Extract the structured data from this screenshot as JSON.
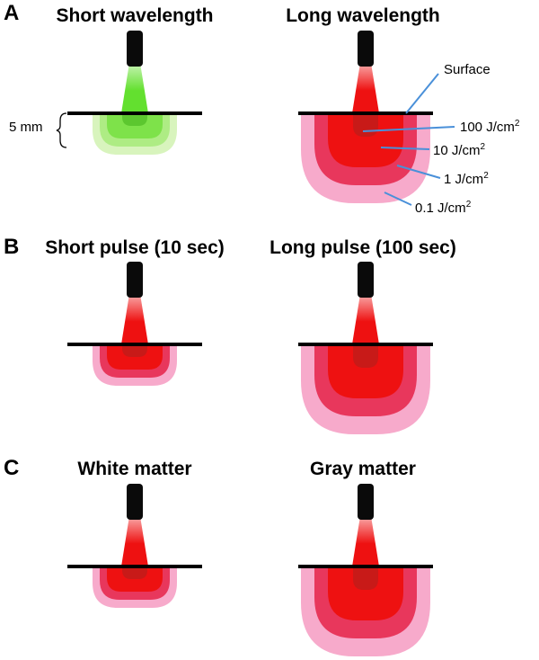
{
  "panels": [
    {
      "letter": "A",
      "diagrams": [
        {
          "title": "Short wavelength",
          "beam_color": "green",
          "size": "small"
        },
        {
          "title": "Long wavelength",
          "beam_color": "red",
          "size": "large"
        }
      ]
    },
    {
      "letter": "B",
      "diagrams": [
        {
          "title": "Short pulse (10 sec)",
          "beam_color": "red",
          "size": "small"
        },
        {
          "title": "Long pulse (100 sec)",
          "beam_color": "red",
          "size": "large"
        }
      ]
    },
    {
      "letter": "C",
      "diagrams": [
        {
          "title": "White matter",
          "beam_color": "red",
          "size": "small"
        },
        {
          "title": "Gray matter",
          "beam_color": "red",
          "size": "large"
        }
      ]
    }
  ],
  "annotations": {
    "depth": "5 mm",
    "surface": "Surface",
    "levels": [
      {
        "value": "100 J/cm",
        "sup": "2"
      },
      {
        "value": "10 J/cm",
        "sup": "2"
      },
      {
        "value": "1 J/cm",
        "sup": "2"
      },
      {
        "value": "0.1 J/cm",
        "sup": "2"
      }
    ]
  },
  "colors": {
    "red_zones": [
      "#f7aacb",
      "#e8375c",
      "#ee1111",
      "#c81a18"
    ],
    "green_zones": [
      "#d8f4bd",
      "#aeec84",
      "#7ee24a",
      "#5cc72f"
    ],
    "red_beam": "#ee1111",
    "green_beam": "#63e02f",
    "surface_line": "#000000",
    "leader_line": "#4a90d9",
    "emitter": "#0a0a0a"
  }
}
